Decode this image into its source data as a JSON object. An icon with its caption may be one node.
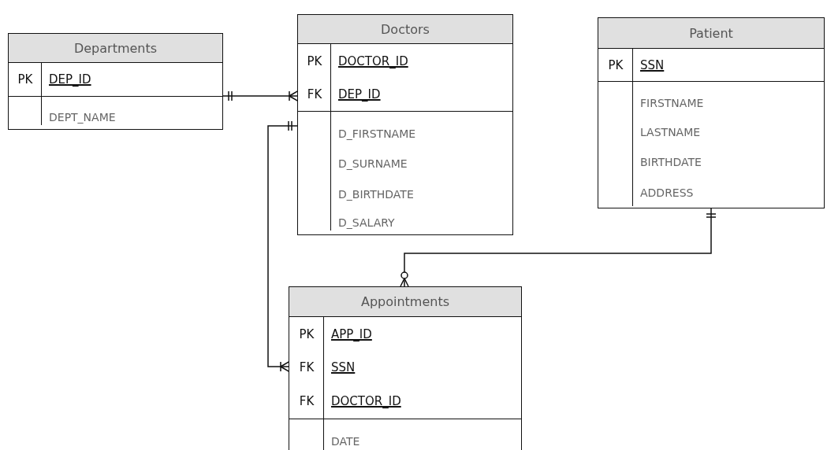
{
  "diagram": {
    "nodes": [
      {
        "text": [
          "Departments"
        ]
      },
      {
        "text": [
          "PK",
          "DEP_ID"
        ],
        "in": 0
      },
      {
        "text": [
          "DEPT_NAME"
        ],
        "in": 0
      },
      {
        "text": [
          "Doctors"
        ]
      },
      {
        "text": [
          "PK",
          "DOCTOR_ID"
        ],
        "in": 3
      },
      {
        "text": [
          "FK",
          "DEP_ID"
        ],
        "in": 3
      },
      {
        "text": [
          "D_FIRSTNAME"
        ],
        "in": 3
      },
      {
        "text": [
          "D_SURNAME"
        ],
        "in": 3
      },
      {
        "text": [
          "D_BIRTHDATE"
        ],
        "in": 3
      },
      {
        "text": [
          "D_SALARY"
        ],
        "in": 3
      },
      {
        "text": [
          "Patient"
        ]
      },
      {
        "text": [
          "PK",
          "SSN"
        ],
        "in": 10
      },
      {
        "text": [
          "FIRSTNAME"
        ],
        "in": 10
      },
      {
        "text": [
          "LASTNAME"
        ],
        "in": 10
      },
      {
        "text": [
          "BIRTHDATE"
        ],
        "in": 10
      },
      {
        "text": [
          "ADDRESS"
        ],
        "in": 10
      },
      {
        "text": [
          "Appointments"
        ]
      },
      {
        "text": [
          "PK",
          "APP_ID"
        ],
        "in": 16
      },
      {
        "text": [
          "FK",
          "SSN"
        ],
        "in": 16
      },
      {
        "text": [
          "FK",
          "DOCTOR_ID"
        ],
        "in": 16
      },
      {
        "text": [
          "DATE"
        ],
        "in": 16
      }
    ],
    "edges": [
      {
        "from": 0,
        "to": 3,
        "arrow": "other"
      },
      {
        "from": 3,
        "to": 16,
        "arrow": "other"
      },
      {
        "from": 10,
        "to": 16,
        "arrow": "other"
      }
    ]
  }
}
